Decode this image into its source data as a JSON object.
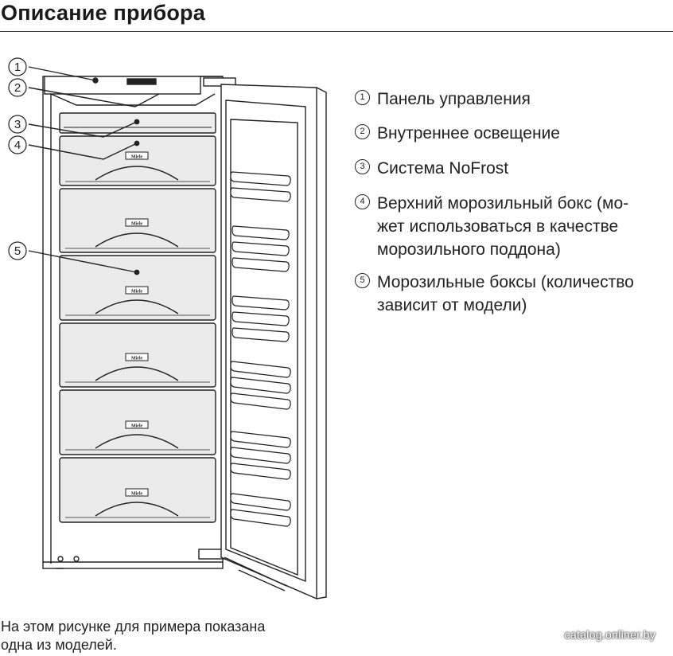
{
  "page": {
    "title": "Описание прибора",
    "caption": "На этом рисунке для примера показана\nодна из моделей.",
    "watermark": "catalog.onliner.by"
  },
  "diagram": {
    "brand_label": "Miele",
    "callouts": [
      "1",
      "2",
      "3",
      "4",
      "5"
    ]
  },
  "legend": {
    "items": [
      {
        "num": "1",
        "text": "Панель управления"
      },
      {
        "num": "2",
        "text": "Внутреннее освещение"
      },
      {
        "num": "3",
        "text": "Система NoFrost"
      },
      {
        "num": "4",
        "text": "Верхний морозильный бокс (мо-\nжет использоваться в качестве\nморозильного поддона)"
      },
      {
        "num": "5",
        "text": "Морозильные боксы (количество\nзависит от модели)"
      }
    ]
  },
  "colors": {
    "line": "#222222",
    "fill_drawer": "#ebebeb",
    "background": "#ffffff"
  }
}
